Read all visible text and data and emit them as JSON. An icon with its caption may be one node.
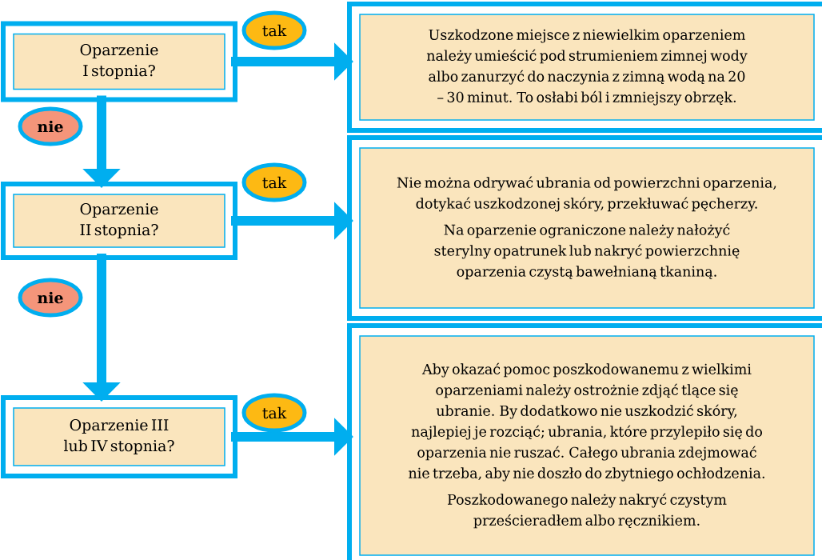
{
  "diagram": {
    "nodes": [
      {
        "text": [
          "Oparzenie I stopnia?"
        ]
      },
      {
        "text": [
          "Uszkodzone miejsce z niewielkim oparzeniem należy umieścić pod strumieniem zimnej wody albo zanurzyć do naczynia z zimną wodą na 20 – 30 minut. To osłabi ból i zmniejszy obrzęk."
        ]
      },
      {
        "text": [
          "Oparzenie II stopnia?"
        ]
      },
      {
        "text": [
          "Nie można odrywać ubrania od powierzchni oparzenia, dotykać uszkodzonej skóry, przekłuwać pęcherzy.",
          "Na oparzenie ograniczone należy nałożyć sterylny opatrunek lub nakryć powierzchnię oparzenia czystą bawełnianą tkaniną."
        ]
      },
      {
        "text": [
          "Oparzenie III lub IV stopnia?"
        ]
      },
      {
        "text": [
          "Aby okazać pomoc poszkodowanemu z wielkimi oparzeniami należy ostrożnie zdjąć tlące się ubranie. By dodatkowo nie uszkodzić skóry, najlepiej je rozciąć; ubrania, które przylepiło się do oparzenia nie ruszać. Całego ubrania zdejmować nie trzeba, aby nie doszło do zbytniego ochłodzenia.",
          "Poszkodowanego należy nakryć czystym prześcieradłem albo ręcznikiem."
        ]
      }
    ],
    "edges": [
      {
        "from": 0,
        "to": 1,
        "arrow": "to",
        "label": "tak"
      },
      {
        "from": 0,
        "to": 2,
        "arrow": "to",
        "label": "nie"
      },
      {
        "from": 2,
        "to": 3,
        "arrow": "to",
        "label": "tak"
      },
      {
        "from": 2,
        "to": 4,
        "arrow": "to",
        "label": "nie"
      },
      {
        "from": 4,
        "to": 5,
        "arrow": "to",
        "label": "tak"
      }
    ]
  }
}
